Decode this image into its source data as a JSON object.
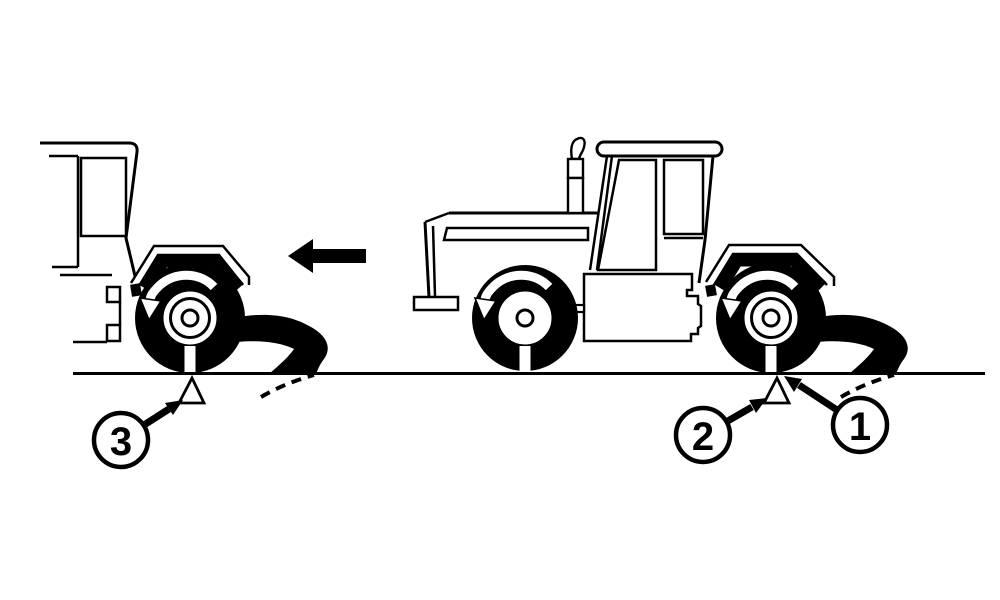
{
  "figure": {
    "background_color": "#ffffff",
    "line_color": "#000000",
    "description_icons": {
      "direction_icon": "left-arrow",
      "wheel_rotation_icon": "counterclockwise-arrow",
      "ground_marker_icon": "triangle-marker",
      "residue_icon": "residue-stream"
    }
  },
  "callouts": [
    {
      "number": "1"
    },
    {
      "number": "2"
    },
    {
      "number": "3"
    }
  ]
}
